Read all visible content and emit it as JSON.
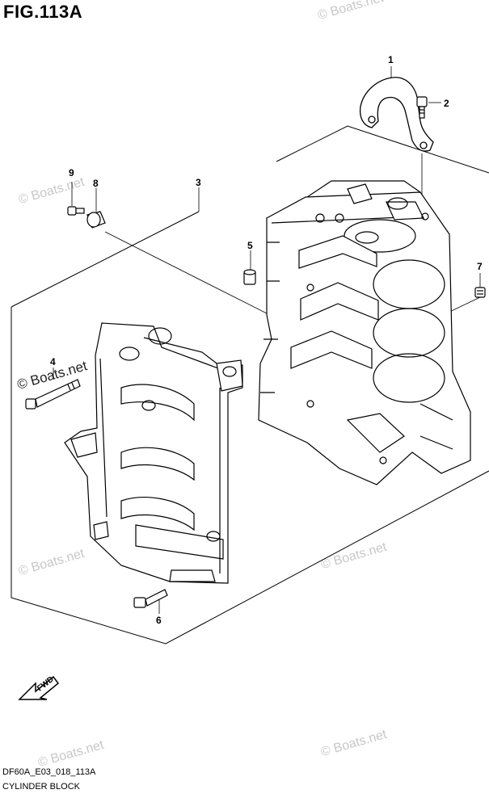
{
  "figure": {
    "title": "FIG.113A",
    "code": "DF60A_E03_018_113A",
    "name": "CYLINDER BLOCK"
  },
  "watermark": "© Boats.net",
  "fwd_label": "FWD",
  "callouts": [
    "1",
    "2",
    "3",
    "4",
    "5",
    "6",
    "7",
    "8",
    "9"
  ]
}
